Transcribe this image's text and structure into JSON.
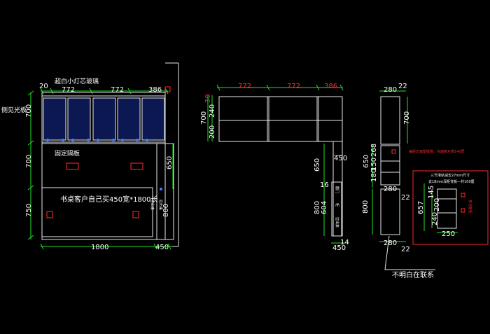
{
  "drawing": {
    "background": "#000000",
    "colors": {
      "dimension": "#22e022",
      "outline": "#e8e8e8",
      "note": "#ff2a2a",
      "glass": "#0c1852"
    },
    "front": {
      "top_note": "超白小灯芯玻璃",
      "side_note": "侧见光板",
      "shelf_note": "固定隔板",
      "desk_note": "书桌客户自己买450宽*1800长",
      "drawer_note": "拉出来",
      "side_drawer_note": "拉出来",
      "dims": {
        "top_first": "20",
        "top_a": "772",
        "top_b": "772",
        "top_c": "386",
        "left_a": "700",
        "left_b": "700",
        "left_c": "750",
        "right_side": "650",
        "right_low": "800",
        "bottom_total": "1800",
        "bottom_side": "450"
      }
    },
    "middle": {
      "door_note": "拉出来",
      "door_note2": "柜",
      "door_note3": "翻门",
      "dims": {
        "top_a": "772",
        "top_b": "772",
        "top_c": "386",
        "left_a": "30",
        "left_b": "240",
        "left_c": "200",
        "left_d": "700",
        "right_a": "450",
        "right_b": "650",
        "low_a": "800",
        "low_b": "604",
        "low_c": "16",
        "bottom_a": "450",
        "bottom_b": "14"
      }
    },
    "side": {
      "note_red": "抽屉正面留缝隙，在面板左侧140厚",
      "dims": {
        "top_w": "280",
        "top_gap": "22",
        "left_a": "700",
        "mid_a": "650",
        "mid_b": "268",
        "mid_c": "150",
        "mid_d": "180",
        "mid_w": "280",
        "right_gap": "22",
        "low_a": "800",
        "bot_w": "280",
        "bot_gap": "22"
      }
    },
    "detail": {
      "title_note": "三节滑轨减去27mm尺寸",
      "sub_note": "去18mm深柜背板—共100厘",
      "side_note": "多功能柜",
      "dims": {
        "a": "145",
        "b": "200",
        "c": "657",
        "d": "240",
        "w": "250"
      }
    },
    "footer_note": "不明白在联系"
  }
}
